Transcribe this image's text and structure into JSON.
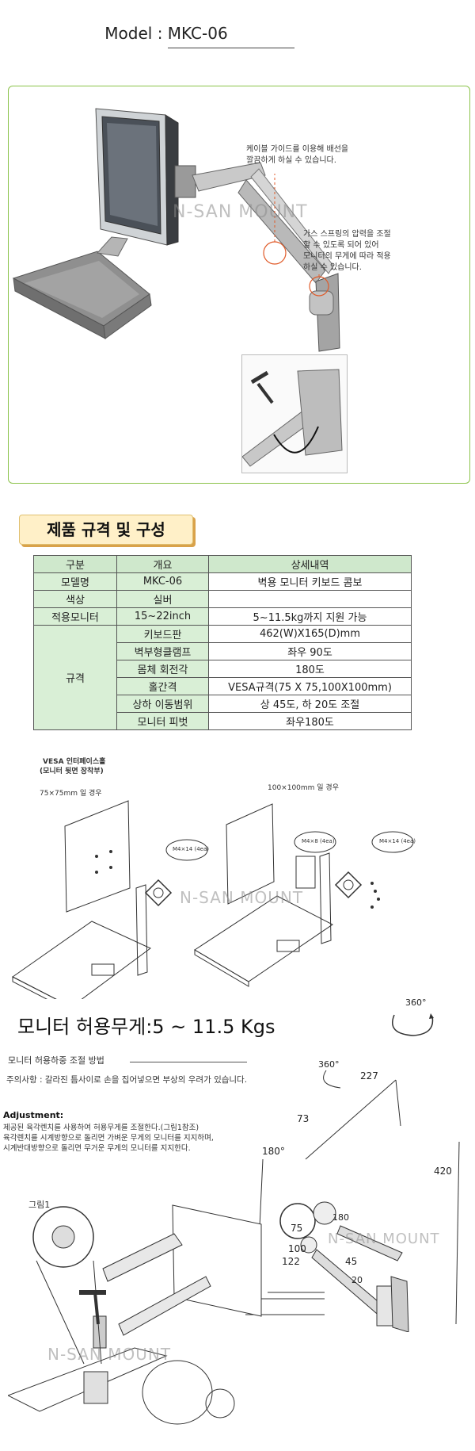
{
  "model_title": "Model : MKC-06",
  "photo": {
    "callout_cable": [
      "케이블 가이드를 이용해 배선을",
      "깔끔하게 하실 수 있습니다."
    ],
    "callout_gas": [
      "가스 스프링의 압력을 조절",
      "할 수 있도록 되어 있어",
      "모니터의 무게에 따라 적용",
      "하실 수 있습니다."
    ],
    "watermark": "N-SAN MOUNT"
  },
  "spec": {
    "heading": "제품 규격 및 구성",
    "headers": [
      "구분",
      "개요",
      "상세내역"
    ],
    "rows": [
      {
        "c1": "모델명",
        "c2": "MKC-06",
        "c3": "벽용 모니터 키보드 콤보"
      },
      {
        "c1": "색상",
        "c2": "실버",
        "c3": ""
      },
      {
        "c1": "적용모니터",
        "c2": "15~22inch",
        "c3": "5~11.5kg까지 지원 가능"
      }
    ],
    "group_label": "규격",
    "group_rows": [
      {
        "c2": "키보드판",
        "c3": "462(W)X165(D)mm"
      },
      {
        "c2": "벽부형클램프",
        "c3": "좌우 90도"
      },
      {
        "c2": "몸체 회전각",
        "c3": "180도"
      },
      {
        "c2": "홀간격",
        "c3": "VESA규격(75 X 75,100X100mm)"
      },
      {
        "c2": "상하 이동범위",
        "c3": "상 45도, 하 20도 조절"
      },
      {
        "c2": "모니터 피벗",
        "c3": "좌우180도"
      }
    ]
  },
  "vesa": {
    "title": "VESA 인터페이스홀",
    "subtitle": "(모니터 뒷면 장착부)",
    "case75": "75×75mm 일 경우",
    "case100": "100×100mm 일 경우",
    "screw_a": "M4×14 (4ea)",
    "screw_b": "M4×8 (4ea)",
    "screw_c": "M4×14 (4ea)",
    "watermark": "N-SAN MOUNT"
  },
  "weight": {
    "text": "모니터 허용무게:5 ~ 11.5 Kgs",
    "angle_top": "360°"
  },
  "adjust": {
    "title": "모니터 허용하중 조절 방법",
    "caution": "주의사항 : 갈라진 틈사이로 손을 집어넣으면 부상의 우려가 있습니다.",
    "label": "Adjustment:",
    "lines": [
      "제공된 육각렌치를 사용하여 허용무게를 조절한다.(그림1참조)",
      "육각렌치를 시계방향으로 돌리면 가벼운 무게의 모니터를 지지하며,",
      "시계반대방향으로 돌리면 무거운 무게의 모니터를 지지한다."
    ],
    "fig_label": "그림1",
    "watermark": "N-SAN MOUNT"
  },
  "dimensions": {
    "angle_360": "360°",
    "angle_180": "180°",
    "d227": "227",
    "d73": "73",
    "d75": "75",
    "d100": "100",
    "d122": "122",
    "d180": "180",
    "d420": "420",
    "d45": "45",
    "d20": "20"
  }
}
